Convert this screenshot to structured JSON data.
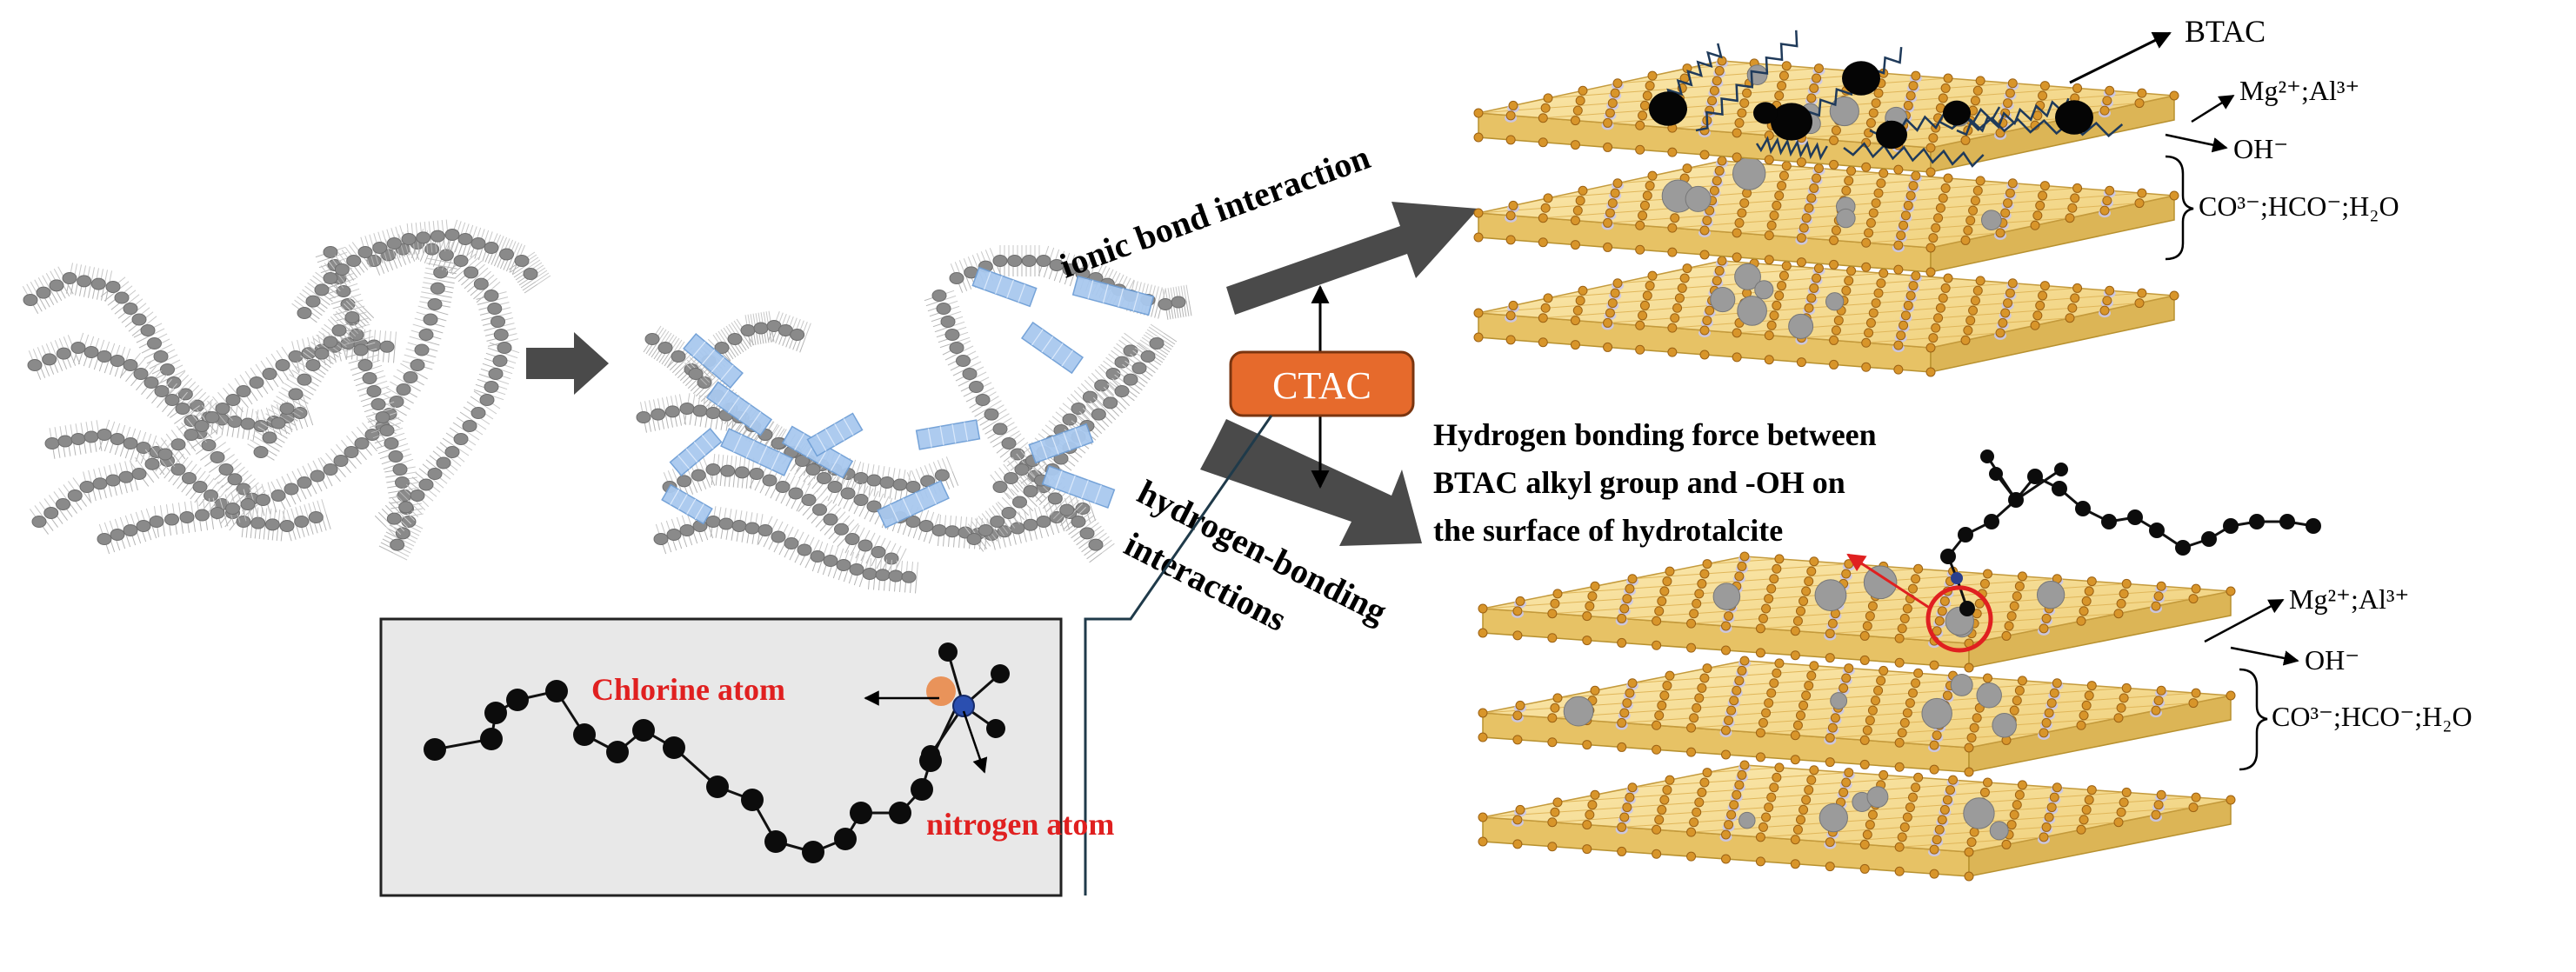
{
  "labels": {
    "ionic": "ionic bond interaction",
    "hbond_line1": "hydrogen-bonding",
    "hbond_line2": "interactions",
    "ctac": "CTAC",
    "btac": "BTAC",
    "hbond_desc_line1": "Hydrogen bonding force between",
    "hbond_desc_line2": "BTAC alkyl group and -OH on",
    "hbond_desc_line3": "the surface of hydrotalcite",
    "chlorine": "Chlorine atom",
    "nitrogen": "nitrogen atom",
    "top_layer": {
      "cations": "Mg²⁺;Al³⁺",
      "hydroxyl": "OH⁻",
      "interlayer": "CO³⁻;HCO⁻;H₂O"
    },
    "bottom_layer": {
      "cations": "Mg²⁺;Al³⁺",
      "hydroxyl": "OH⁻",
      "interlayer": "CO³⁻;HCO⁻;H₂O"
    }
  },
  "colors": {
    "ctac_fill": "#e66a2c",
    "arrow_gray": "#4a4a4a",
    "red_label": "#e02020",
    "ldh_plate": "#f3d98a",
    "ldh_node": "#d8952a",
    "inset_bg": "#e8e8e8"
  }
}
